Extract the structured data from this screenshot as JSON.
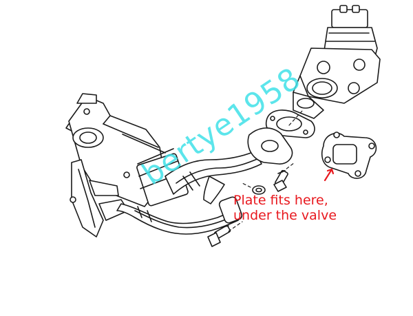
{
  "diagram": {
    "line_color": "#1a1a1a",
    "annotation": {
      "line1": "Plate fits here,",
      "line2": "under the valve",
      "color": "#e8181e"
    },
    "watermark": {
      "text": "bertye1958",
      "color": "#3fe0e8"
    },
    "icons": [
      "egr-valve-icon",
      "gasket-plate-icon",
      "egr-cooler-icon",
      "bolt-icon",
      "o-ring-icon",
      "arrow-icon"
    ]
  }
}
